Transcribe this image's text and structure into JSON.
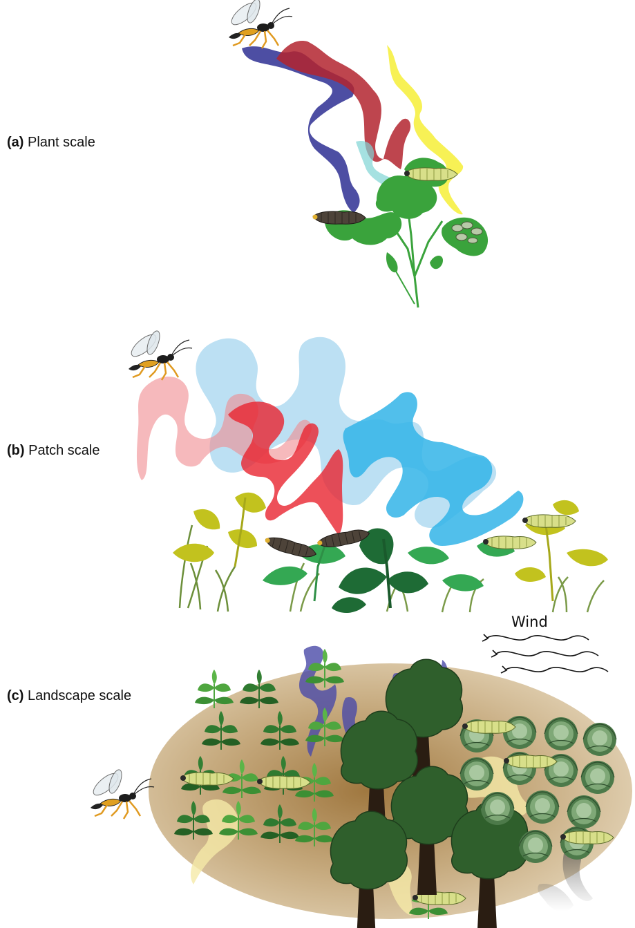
{
  "panels": [
    {
      "letter": "(a)",
      "title": "Plant scale"
    },
    {
      "letter": "(b)",
      "title": "Patch scale"
    },
    {
      "letter": "(c)",
      "title": "Landscape scale"
    }
  ],
  "wind_label": "Wind",
  "colors": {
    "leaf_green": "#3aa33c",
    "leaf_yellow": "#c2c21e",
    "tree_dark": "#2f5f2c",
    "plume_red": "#b3242f",
    "plume_blue": "#2e2f93",
    "plume_yellow": "#f5ee2a",
    "plume_cyan": "#33b4e8",
    "plume_lightblue": "#9fd3ee",
    "soil": "#b99a6c",
    "caterpillar_dark": "#4d4339",
    "caterpillar_light": "#d6dc86"
  }
}
